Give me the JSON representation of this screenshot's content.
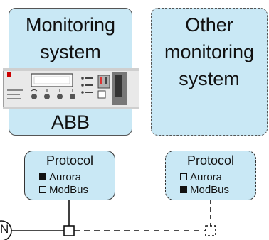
{
  "abb_system": {
    "title_line1": "Monitoring",
    "title_line2": "system",
    "brand_label": "ABB"
  },
  "other_system": {
    "title_line1": "Other",
    "title_line2": "monitoring",
    "title_line3": "system"
  },
  "protocol_left": {
    "title": "Protocol",
    "options": [
      {
        "label": "Aurora",
        "checked": true
      },
      {
        "label": "ModBus",
        "checked": false
      }
    ]
  },
  "protocol_right": {
    "title": "Protocol",
    "options": [
      {
        "label": "Aurora",
        "checked": false
      },
      {
        "label": "ModBus",
        "checked": true
      }
    ]
  },
  "bus_node_label": "N",
  "colors": {
    "box_fill": "#c9e8f5",
    "line": "#111111"
  }
}
